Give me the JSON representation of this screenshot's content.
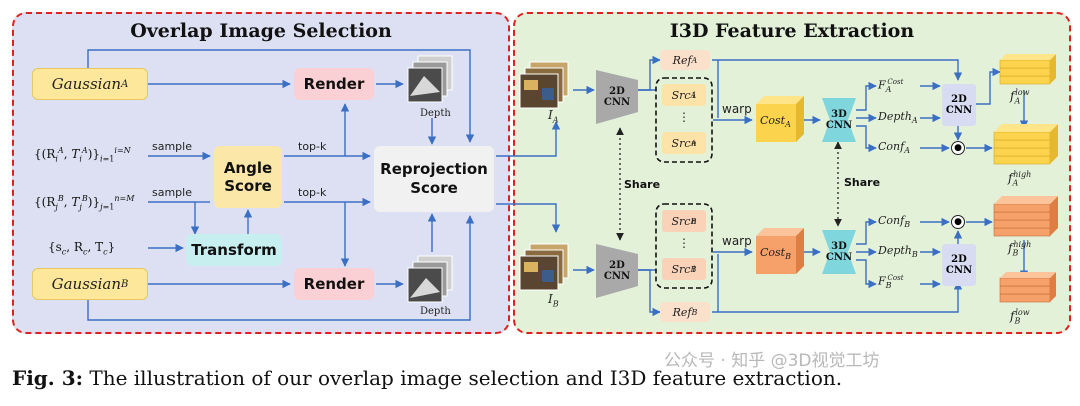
{
  "left_panel": {
    "title": "Overlap Image Selection",
    "gaussian_a": "Gaussian",
    "gaussian_a_sub": "A",
    "gaussian_b": "Gaussian",
    "gaussian_b_sub": "B",
    "render_top": "Render",
    "render_bottom": "Render",
    "angle_score_line1": "Angle",
    "angle_score_line2": "Score",
    "transform": "Transform",
    "reprojection_line1": "Reprojection",
    "reprojection_line2": "Score",
    "depth_top": "Depth",
    "depth_bottom": "Depth",
    "label_sample_1": "sample",
    "label_sample_2": "sample",
    "label_topk_1": "top-k",
    "label_topk_2": "top-k",
    "math_a": "{(R",
    "math_b": "{(R",
    "math_c": "{s",
    "math_c_rest": ", R",
    "math_c_rest2": ", T",
    "math_c_end": "}"
  },
  "right_panel": {
    "title": "I3D Feature Extraction",
    "cnn2d_top": "2D\nCNN",
    "cnn2d_bottom": "2D\nCNN",
    "cnn3d_top": "3D\nCNN",
    "cnn3d_bottom": "3D\nCNN",
    "cnn2d_right_top": "2D\nCNN",
    "cnn2d_right_bottom": "2D\nCNN",
    "share_left": "Share",
    "share_right": "Share",
    "warp_top": "warp",
    "warp_bottom": "warp",
    "ref_a": "Ref",
    "ref_b": "Ref",
    "src_a1": "Src",
    "src_an": "Src",
    "src_b1": "Src",
    "src_bn": "Src",
    "ellipsis": "⋮",
    "cost_a": "Cost",
    "cost_b": "Cost",
    "f_cost_a": "F",
    "f_cost_b": "F",
    "depth_a": "Depth",
    "depth_b": "Depth",
    "conf_a": "Conf",
    "conf_b": "Conf",
    "f_low_a": "f",
    "f_high_a": "f",
    "f_high_b": "f",
    "f_low_b": "f",
    "i_a": "I",
    "i_b": "I"
  },
  "caption": {
    "prefix": "Fig. 3:",
    "text": " The illustration of our overlap image selection and I3D feature extraction."
  },
  "watermark": "公众号 · 知乎 @3D视觉工坊",
  "colors": {
    "panel_left_bg": "#dde0f2",
    "panel_right_bg": "#e3f1d9",
    "border_red": "#e02020",
    "arrow_blue": "#3a6fc4",
    "feature_yellow": "#fcd34d",
    "feature_orange": "#f6a06a",
    "cnn_gray": "#a9a9a9",
    "cnn3d_cyan": "#7fd6dc"
  }
}
